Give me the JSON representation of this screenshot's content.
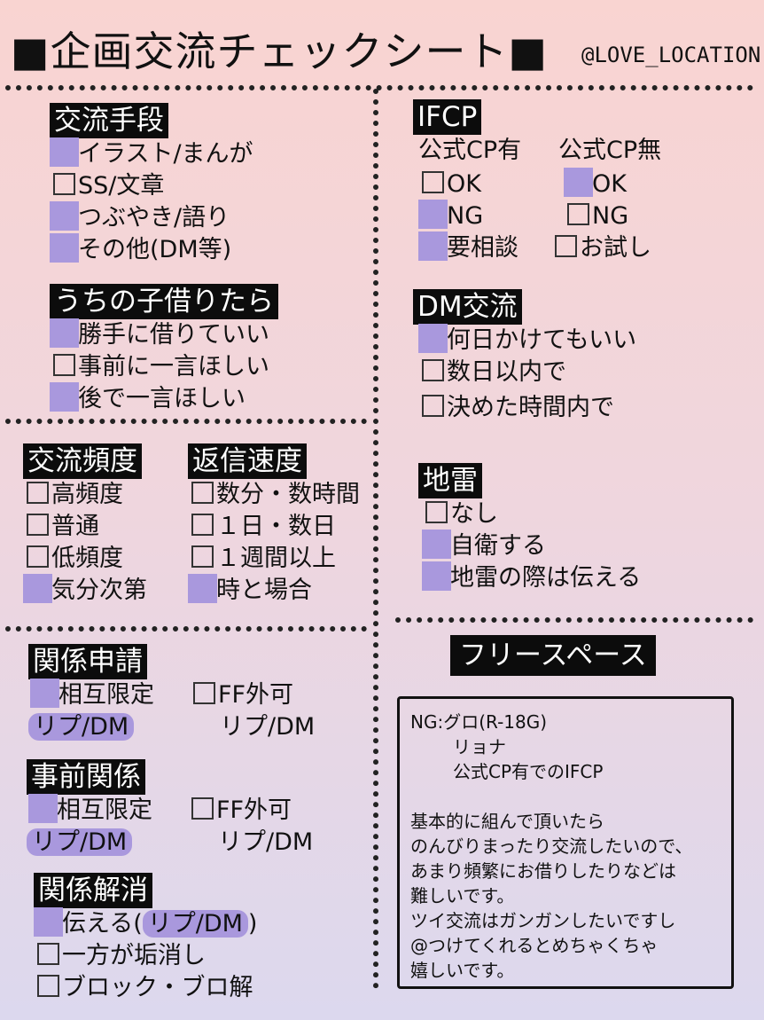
{
  "title": "■企画交流チェックシート■",
  "credit": "@LOVE_LOCATION",
  "sections": {
    "method": {
      "header": "交流手段",
      "options": [
        {
          "label": "イラスト/まんが",
          "checked": true
        },
        {
          "label": "SS/文章",
          "checked": false
        },
        {
          "label": "つぶやき/語り",
          "checked": true
        },
        {
          "label": "その他(DM等)",
          "checked": true
        }
      ]
    },
    "borrow": {
      "header": "うちの子借りたら",
      "options": [
        {
          "label": "勝手に借りていい",
          "checked": true
        },
        {
          "label": "事前に一言ほしい",
          "checked": false
        },
        {
          "label": "後で一言ほしい",
          "checked": true
        }
      ]
    },
    "frequency": {
      "header": "交流頻度",
      "options": [
        {
          "label": "高頻度",
          "checked": false
        },
        {
          "label": "普通",
          "checked": false
        },
        {
          "label": "低頻度",
          "checked": false
        },
        {
          "label": "気分次第",
          "checked": true
        }
      ]
    },
    "reply_speed": {
      "header": "返信速度",
      "options": [
        {
          "label": "数分・数時間",
          "checked": false
        },
        {
          "label": "１日・数日",
          "checked": false
        },
        {
          "label": "１週間以上",
          "checked": false
        },
        {
          "label": "時と場合",
          "checked": true
        }
      ]
    },
    "relation_request": {
      "header": "関係申請",
      "left": {
        "label": "相互限定",
        "checked": true,
        "sub": "リプ/DM",
        "sub_highlight": true
      },
      "right": {
        "label": "FF外可",
        "checked": false,
        "sub": "リプ/DM",
        "sub_highlight": false
      }
    },
    "prior_relation": {
      "header": "事前関係",
      "left": {
        "label": "相互限定",
        "checked": true,
        "sub": "リプ/DM",
        "sub_highlight": true
      },
      "right": {
        "label": "FF外可",
        "checked": false,
        "sub": "リプ/DM",
        "sub_highlight": false
      }
    },
    "relation_end": {
      "header": "関係解消",
      "option1_prefix": "伝える(",
      "option1_highlight": "リプ/DM",
      "option1_suffix": ")",
      "options": [
        {
          "label": "一方が垢消し",
          "checked": false
        },
        {
          "label": "ブロック・ブロ解",
          "checked": false
        }
      ]
    },
    "ifcp": {
      "header": "IFCP",
      "col1_title": "公式CP有",
      "col2_title": "公式CP無",
      "col1": [
        {
          "label": "OK",
          "checked": false
        },
        {
          "label": "NG",
          "checked": true
        },
        {
          "label": "要相談",
          "checked": true
        }
      ],
      "col2": [
        {
          "label": "OK",
          "checked": true
        },
        {
          "label": "NG",
          "checked": false
        },
        {
          "label": "お試し",
          "checked": false
        }
      ]
    },
    "dm": {
      "header": "DM交流",
      "options": [
        {
          "label": "何日かけてもいい",
          "checked": true
        },
        {
          "label": "数日以内で",
          "checked": false
        },
        {
          "label": "決めた時間内で",
          "checked": false
        }
      ]
    },
    "landmine": {
      "header": "地雷",
      "options": [
        {
          "label": "なし",
          "checked": false
        },
        {
          "label": "自衛する",
          "checked": true
        },
        {
          "label": "地雷の際は伝える",
          "checked": true
        }
      ]
    },
    "free_space": {
      "header": "フリースペース",
      "lines": [
        "NG:グロ(R-18G)",
        "リョナ",
        "公式CP有でのIFCP",
        "基本的に組んで頂いたら",
        "のんびりまったり交流したいので、",
        "あまり頻繁にお借りしたりなどは",
        "難しいです。",
        "ツイ交流はガンガンしたいですし",
        "@つけてくれるとめちゃくちゃ",
        "嬉しいです。"
      ]
    }
  }
}
